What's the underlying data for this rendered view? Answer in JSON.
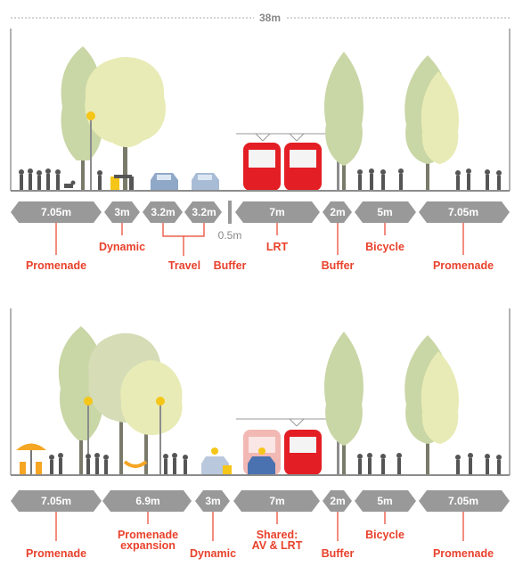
{
  "overall_width": "38m",
  "colors": {
    "accent": "#e8412b",
    "segment": "#999999",
    "ground": "#8c8c8c",
    "tree_green": "#c9d6a5",
    "tree_yellow": "#e8ebb5",
    "tram": "#e31e24"
  },
  "sections": [
    {
      "segments": [
        {
          "width": "7.05m",
          "label": "Promenade"
        },
        {
          "width": "3m",
          "label": "Dynamic"
        },
        {
          "width": "3.2m",
          "label": ""
        },
        {
          "width": "3.2m",
          "label": ""
        },
        {
          "width": "7m",
          "label": "LRT"
        },
        {
          "width": "2m",
          "label": "Buffer"
        },
        {
          "width": "5m",
          "label": "Bicycle"
        },
        {
          "width": "7.05m",
          "label": "Promenade"
        }
      ],
      "travel_label": "Travel",
      "buffer_width": "0.5m",
      "buffer_label": "Buffer"
    },
    {
      "segments": [
        {
          "width": "7.05m",
          "label": "Promenade"
        },
        {
          "width": "6.9m",
          "label_line1": "Promenade",
          "label_line2": "expansion"
        },
        {
          "width": "3m",
          "label": "Dynamic"
        },
        {
          "width": "7m",
          "label_line1": "Shared:",
          "label_line2": "AV & LRT"
        },
        {
          "width": "2m",
          "label": "Buffer"
        },
        {
          "width": "5m",
          "label": "Bicycle"
        },
        {
          "width": "7.05m",
          "label": "Promenade"
        }
      ]
    }
  ]
}
